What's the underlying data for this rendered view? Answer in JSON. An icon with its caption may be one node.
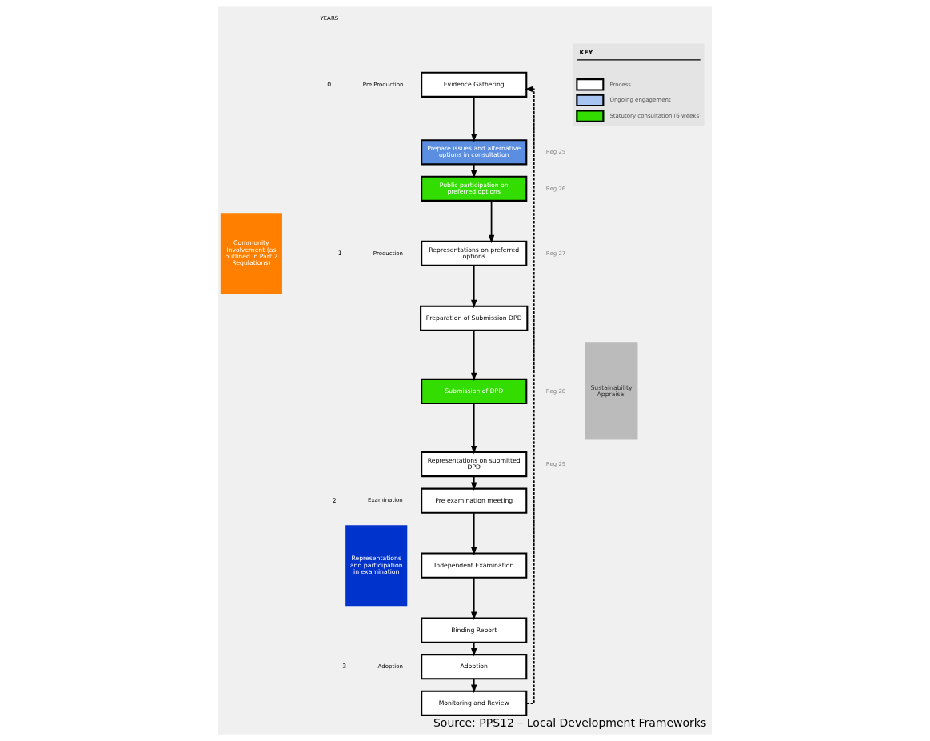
{
  "diagram": {
    "caption": "Source: PPS12 – Local Development Frameworks",
    "nodes": [
      {
        "text": [
          "Community Involvement (as outlined in Part 2 Regulations)"
        ]
      },
      {
        "text": [
          "Representations and participation in examination"
        ]
      },
      {
        "text": [
          "Evidence Gathering"
        ]
      },
      {
        "text": [
          "Prepare issues and alternative options in consultation"
        ],
        "beside": [
          "Reg 25"
        ]
      },
      {
        "text": [
          "Public participation on preferred options"
        ],
        "beside": [
          "Reg 26"
        ]
      },
      {
        "text": [
          "Representations on preferred options"
        ],
        "beside": [
          "Reg 27"
        ]
      },
      {
        "text": [
          "Preparation of Submission DPD"
        ]
      },
      {
        "text": [
          "Submission of DPD"
        ],
        "beside": [
          "Reg 28"
        ]
      },
      {
        "text": [
          "Representations on submitted DPD"
        ],
        "beside": [
          "Reg 29"
        ]
      },
      {
        "text": [
          "Pre examination meeting"
        ]
      },
      {
        "text": [
          "Independent Examination"
        ]
      },
      {
        "text": [
          "Binding Report"
        ]
      },
      {
        "text": [
          "Adoption"
        ]
      },
      {
        "text": [
          "Monitoring and Review"
        ]
      },
      {
        "text": [
          "Sustainability Appraisal"
        ]
      }
    ],
    "edges": [
      {
        "from": 2,
        "to": 3,
        "arrow": "to"
      },
      {
        "from": 3,
        "to": 4,
        "arrow": "to"
      },
      {
        "from": 4,
        "to": 5,
        "arrow": "to"
      },
      {
        "from": 5,
        "to": 6,
        "arrow": "to"
      },
      {
        "from": 6,
        "to": 7,
        "arrow": "to"
      },
      {
        "from": 7,
        "to": 8,
        "arrow": "to"
      },
      {
        "from": 8,
        "to": 9,
        "arrow": "to"
      },
      {
        "from": 9,
        "to": 10,
        "arrow": "to"
      },
      {
        "from": 10,
        "to": 11,
        "arrow": "to"
      },
      {
        "from": 11,
        "to": 12,
        "arrow": "to"
      },
      {
        "from": 12,
        "to": 13,
        "arrow": "to"
      },
      {
        "from": 13,
        "to": 2,
        "arrow": "to",
        "style": "dashed"
      }
    ],
    "labels": [
      "YEARS",
      "0",
      "Pre Production",
      "1",
      "Production",
      "2",
      "Examination",
      "3",
      "Adoption",
      "KEY"
    ],
    "legend": [
      {
        "text": "Process",
        "color": "#ffffff"
      },
      {
        "text": "Ongoing engagement",
        "color": "#a8c4f0"
      },
      {
        "text": "Statutory consultation (6 weeks)",
        "color": "#33dd00"
      }
    ]
  }
}
